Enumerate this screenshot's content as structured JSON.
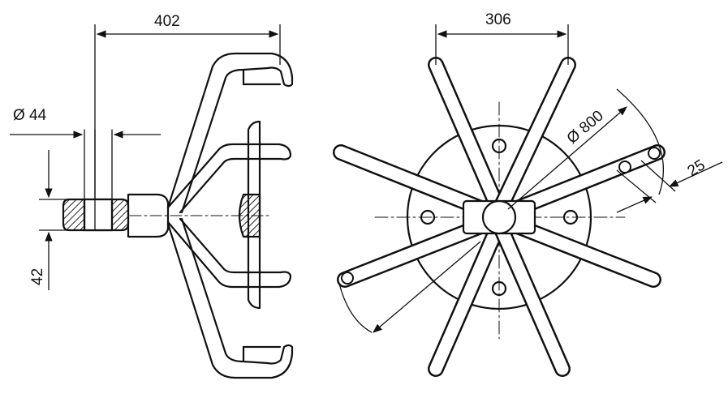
{
  "colors": {
    "ink": "#111111",
    "paper": "#ffffff",
    "hatch": "#222222"
  },
  "side_view": {
    "dim_overall_length": "402",
    "dim_bore_diameter": "Ø 44",
    "dim_hub_height": "42"
  },
  "front_view": {
    "dim_span": "306",
    "dim_outer_diameter": "Ø 800",
    "dim_rod_diameter": "25"
  }
}
